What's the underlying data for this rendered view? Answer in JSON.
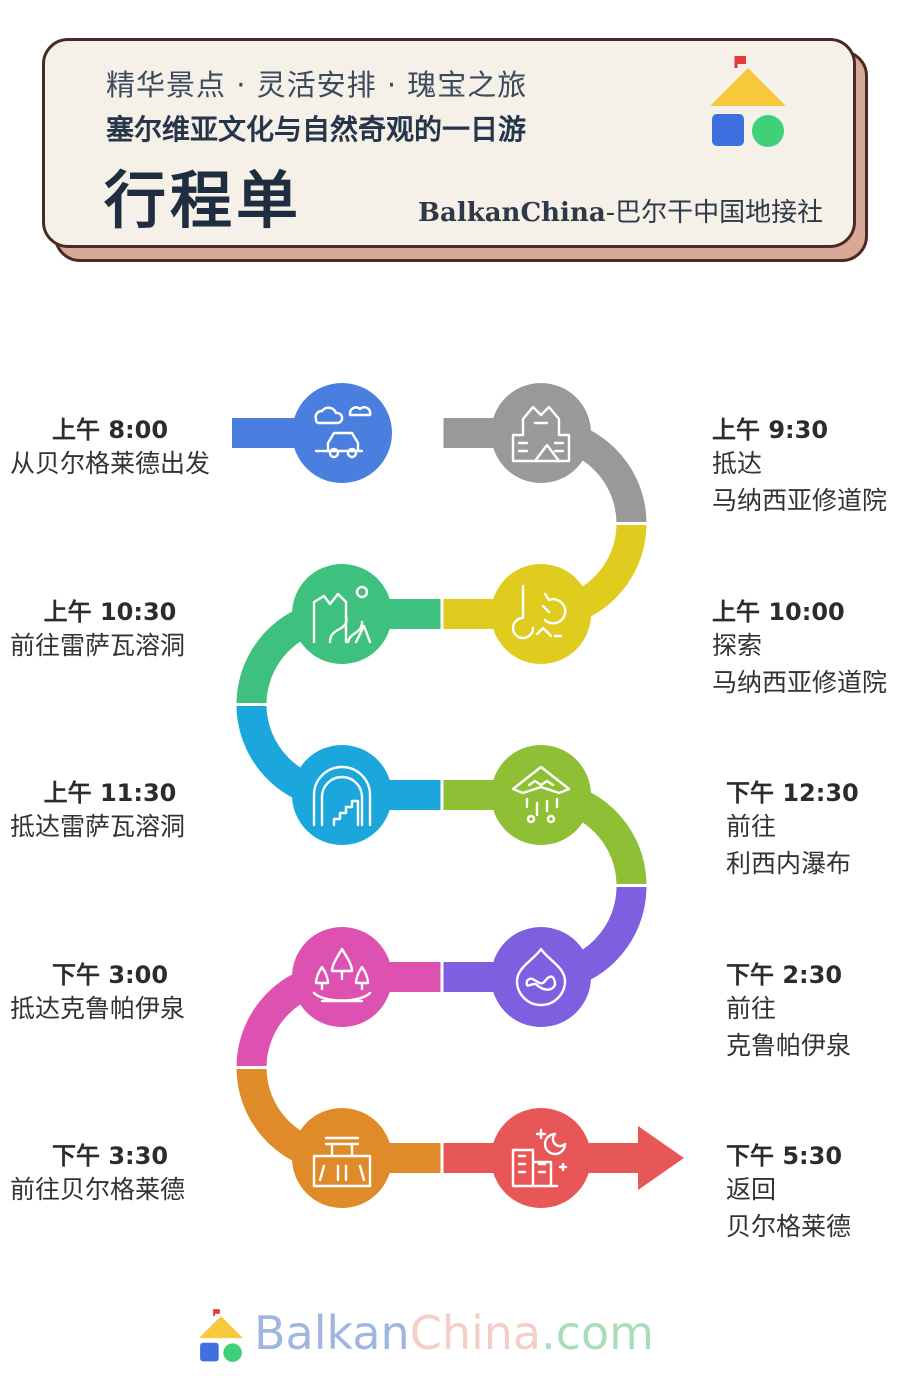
{
  "header": {
    "subtitle": "精华景点 · 灵活安排 · 瑰宝之旅",
    "headline": "塞尔维亚文化与自然奇观的一日游",
    "title": "行程单",
    "brand_latin": "BalkanChina",
    "brand_cn": "-巴尔干中国地接社"
  },
  "stops": [
    {
      "time": "上午 8:00",
      "desc": "从贝尔格莱德出发",
      "color": "#4a7fe0",
      "icon": "cloud-car-icon"
    },
    {
      "time": "上午 9:30",
      "desc": "抵达\n马纳西亚修道院",
      "color": "#999999",
      "icon": "monastery-icon"
    },
    {
      "time": "上午 10:00",
      "desc": "探索\n马纳西亚修道院",
      "color": "#e0cb1f",
      "icon": "history-icon"
    },
    {
      "time": "上午 10:30",
      "desc": "前往雷萨瓦溶洞",
      "color": "#3ec07e",
      "icon": "canyon-road-icon"
    },
    {
      "time": "上午 11:30",
      "desc": "抵达雷萨瓦溶洞",
      "color": "#1ba7db",
      "icon": "cave-stairs-icon"
    },
    {
      "time": "下午 12:30",
      "desc": "前往\n利西内瀑布",
      "color": "#8fbf35",
      "icon": "waterfall-icon"
    },
    {
      "time": "下午 2:30",
      "desc": "前往\n克鲁帕伊泉",
      "color": "#7e5fe0",
      "icon": "water-drop-icon"
    },
    {
      "time": "下午 3:00",
      "desc": "抵达克鲁帕伊泉",
      "color": "#dd52b1",
      "icon": "spring-trees-icon"
    },
    {
      "time": "下午 3:30",
      "desc": "前往贝尔格莱德",
      "color": "#e08b2a",
      "icon": "bus-icon"
    },
    {
      "time": "下午 5:30",
      "desc": "返回\n贝尔格莱德",
      "color": "#e85757",
      "icon": "city-night-icon"
    }
  ],
  "footer": {
    "part1": "Balkan",
    "part2": "China",
    "part3": ".com"
  },
  "logo_colors": {
    "house": "#f6c93c",
    "flag": "#e03a3a",
    "square": "#3f6fe0",
    "circle": "#3fd17a"
  }
}
